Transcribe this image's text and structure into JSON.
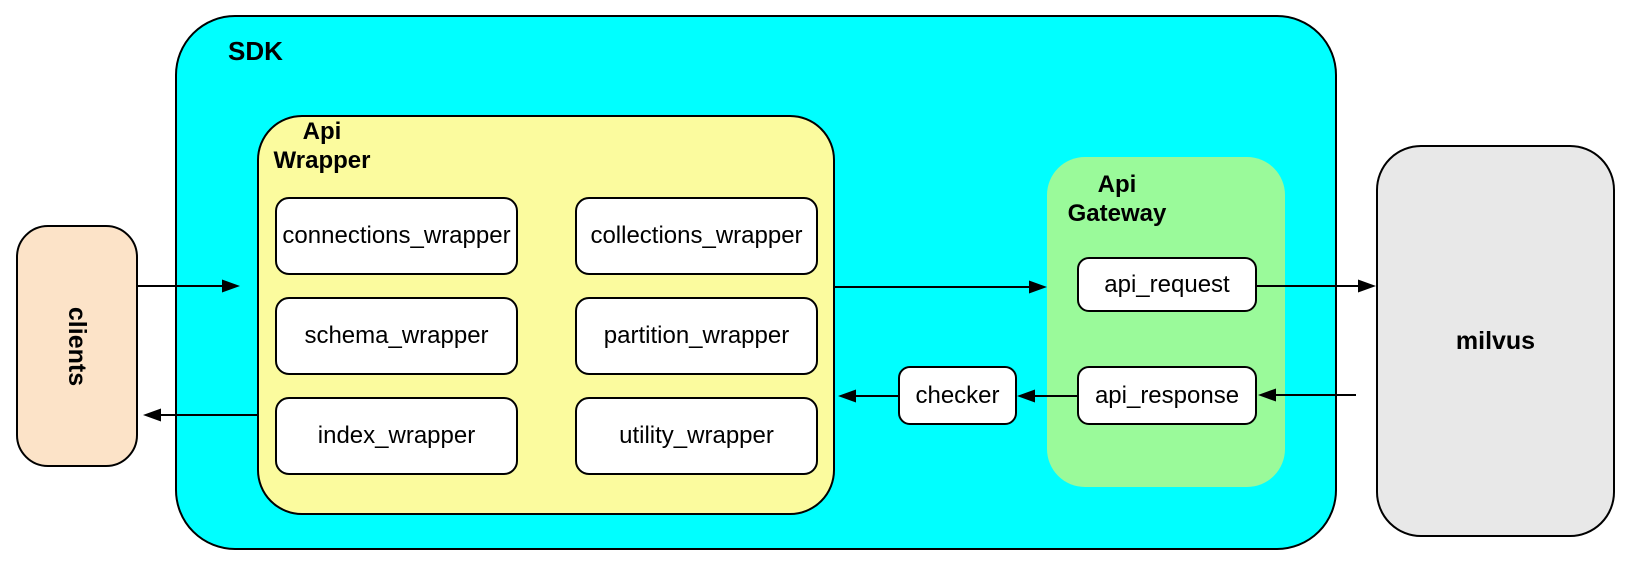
{
  "diagram": {
    "nodes": {
      "clients": {
        "label": "clients"
      },
      "sdk": {
        "label": "SDK"
      },
      "api_wrapper": {
        "label": "Api Wrapper"
      },
      "wrappers": [
        {
          "label": "connections_wrapper"
        },
        {
          "label": "collections_wrapper"
        },
        {
          "label": "schema_wrapper"
        },
        {
          "label": "partition_wrapper"
        },
        {
          "label": "index_wrapper"
        },
        {
          "label": "utility_wrapper"
        }
      ],
      "checker": {
        "label": "checker"
      },
      "api_gateway": {
        "label": "Api Gateway"
      },
      "api_request": {
        "label": "api_request"
      },
      "api_response": {
        "label": "api_response"
      },
      "milvus": {
        "label": "milvus"
      }
    },
    "edges": [
      {
        "from": "clients",
        "to": "sdk"
      },
      {
        "from": "api_wrapper",
        "to": "api_gateway"
      },
      {
        "from": "api_request",
        "to": "milvus"
      },
      {
        "from": "milvus",
        "to": "api_response"
      },
      {
        "from": "api_response",
        "to": "checker"
      },
      {
        "from": "checker",
        "to": "api_wrapper"
      },
      {
        "from": "api_wrapper",
        "to": "clients"
      }
    ],
    "colors": {
      "sdk_fill": "#00ffff",
      "api_wrapper_fill": "#fbfb9e",
      "api_gateway_fill": "#9afa9a",
      "clients_fill": "#fce3c8",
      "milvus_fill": "#e8e8e8",
      "leaf_node_fill": "#ffffff",
      "border": "#000000",
      "arrow": "#000000"
    }
  }
}
